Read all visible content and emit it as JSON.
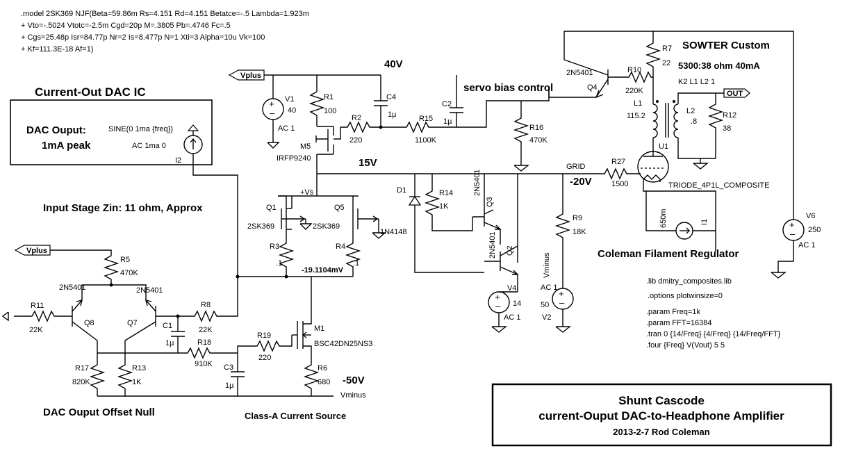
{
  "model_lines": [
    ".model 2SK369 NJF(Beta=59.86m Rs=4.151 Rd=4.151 Betatce=-.5 Lambda=1.923m",
    "+ Vto=-.5024 Vtotc=-2.5m Cgd=20p M=.3805 Pb=.4746 Fc=.5",
    "+ Cgs=25.48p Isr=84.77p Nr=2 Is=8.477p N=1 Xti=3 Alpha=10u Vk=100",
    "+ Kf=111.3E-18 Af=1)"
  ],
  "dac": {
    "heading": "Current-Out DAC IC",
    "box_line1": "DAC Ouput:",
    "box_line2": "1mA peak",
    "source_value": "SINE(0 1ma {freq})",
    "source_ac": "AC 1ma 0",
    "source_ref": "I2",
    "input_note": "Input Stage Zin: 11 ohm, Approx"
  },
  "net_labels": {
    "vplus_top": "Vplus",
    "vplus_left": "Vplus",
    "out": "OUT",
    "grid": "GRID",
    "vminus_bottom": "Vminus",
    "vminus_right": "Vminus",
    "plus_vs": "+Vs"
  },
  "voltages": {
    "v40": "40V",
    "v15": "15V",
    "vm20": "-20V",
    "vm50": "-50V",
    "node_mv": "-19.1104mV"
  },
  "notes": {
    "servo": "servo bias control",
    "sowter": "SOWTER Custom",
    "ratio": "5300:38 ohm 40mA",
    "coupling": "K2 L1 L2 1",
    "filament": "Coleman Filament Regulator",
    "offset": "DAC Ouput Offset Null",
    "current_source": "Class-A Current Source"
  },
  "components": {
    "V1": {
      "ref": "V1",
      "value": "40",
      "ac": "AC 1"
    },
    "R1": {
      "ref": "R1",
      "value": "100"
    },
    "C4": {
      "ref": "C4",
      "value": "1µ"
    },
    "C2": {
      "ref": "C2",
      "value": "1µ"
    },
    "R2": {
      "ref": "R2",
      "value": "220"
    },
    "R15": {
      "ref": "R15",
      "value": "1100K"
    },
    "R16": {
      "ref": "R16",
      "value": "470K"
    },
    "M5": {
      "ref": "M5",
      "value": "IRFP9240"
    },
    "R7": {
      "ref": "R7",
      "value": "22"
    },
    "R10": {
      "ref": "R10",
      "value": "220K"
    },
    "Q4": {
      "ref": "Q4",
      "value": "2N5401"
    },
    "L1": {
      "ref": "L1",
      "value": "115.2"
    },
    "L2": {
      "ref": "L2",
      "value": ".8"
    },
    "R12": {
      "ref": "R12",
      "value": "38"
    },
    "U1": {
      "ref": "U1",
      "value": "TRIODE_4P1L_COMPOSITE"
    },
    "R27": {
      "ref": "R27",
      "value": "1500"
    },
    "I1": {
      "ref": "I1",
      "value": "650m"
    },
    "V6": {
      "ref": "V6",
      "value": "250",
      "ac": "AC 1"
    },
    "Q1": {
      "ref": "Q1",
      "value": "2SK369"
    },
    "Q5": {
      "ref": "Q5",
      "value": "2SK369"
    },
    "R3": {
      "ref": "R3",
      "value": ".1"
    },
    "R4": {
      "ref": "R4",
      "value": ".1"
    },
    "D1": {
      "ref": "D1",
      "value": "1N4148"
    },
    "R14": {
      "ref": "R14",
      "value": "1K"
    },
    "Q3": {
      "ref": "Q3",
      "value": "2N5401"
    },
    "Q2": {
      "ref": "Q2",
      "value": "2N5401"
    },
    "R9": {
      "ref": "R9",
      "value": "18K"
    },
    "V4": {
      "ref": "V4",
      "value": "14",
      "ac": "AC 1"
    },
    "V2": {
      "ref": "V2",
      "value": "50",
      "ac": "AC 1"
    },
    "R5": {
      "ref": "R5",
      "value": "470K"
    },
    "Q8": {
      "ref": "Q8",
      "value": "2N5401"
    },
    "Q7": {
      "ref": "Q7",
      "value": "2N5401"
    },
    "R11": {
      "ref": "R11",
      "value": "22K"
    },
    "R8": {
      "ref": "R8",
      "value": "22K"
    },
    "C1": {
      "ref": "C1",
      "value": "1µ"
    },
    "R17": {
      "ref": "R17",
      "value": "820K"
    },
    "R13": {
      "ref": "R13",
      "value": "1K"
    },
    "R18": {
      "ref": "R18",
      "value": "910K"
    },
    "R19": {
      "ref": "R19",
      "value": "220"
    },
    "C3": {
      "ref": "C3",
      "value": "1µ"
    },
    "M1": {
      "ref": "M1",
      "value": "BSC42DN25NS3"
    },
    "R6": {
      "ref": "R6",
      "value": "680"
    }
  },
  "directives": [
    ".lib dmitry_composites.lib",
    ".options plotwinsize=0",
    ".param Freq=1k",
    ".param FFT=16384",
    ".tran 0 {14/Freq} {4/Freq} {14/Freq/FFT}",
    ".four {Freq} V(Vout) 5 5"
  ],
  "title_block": {
    "line1": "Shunt Cascode",
    "line2": "current-Ouput DAC-to-Headphone Amplifier",
    "line3": "2013-2-7 Rod Coleman"
  }
}
